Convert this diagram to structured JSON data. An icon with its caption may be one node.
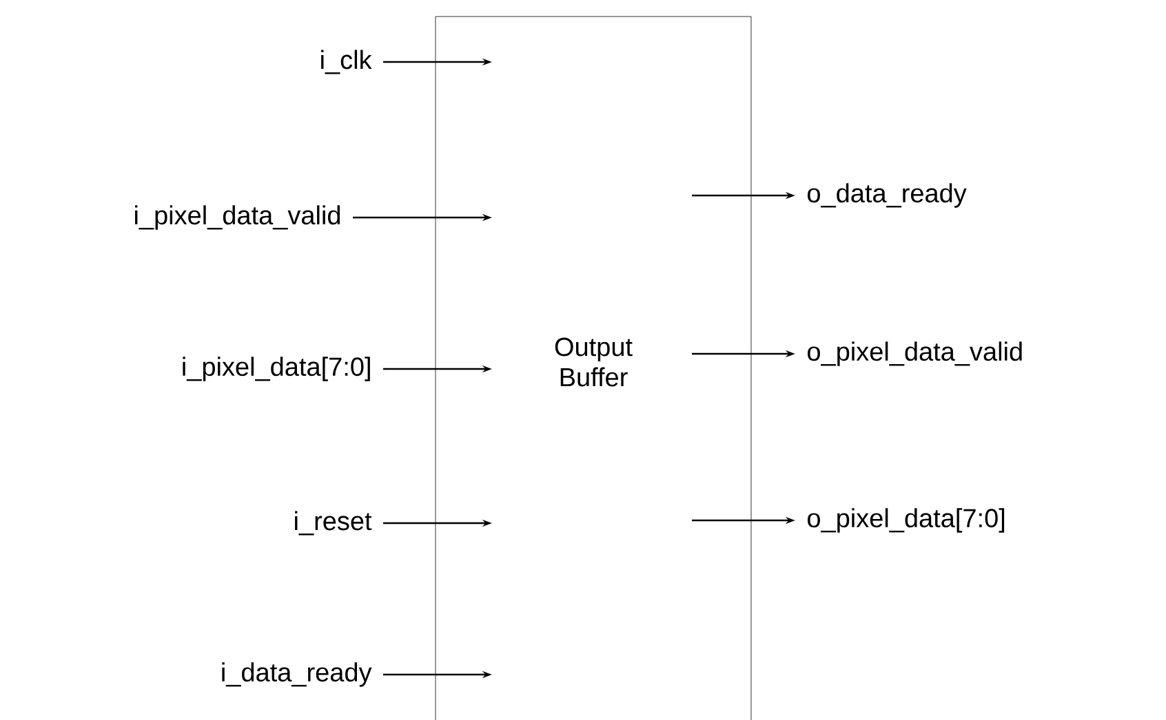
{
  "diagram": {
    "nodes": [
      {
        "text": [
          "Output Buffer"
        ]
      },
      {
        "text": [
          "i_clk"
        ]
      },
      {
        "text": [
          "i_pixel_data_valid"
        ]
      },
      {
        "text": [
          "i_pixel_data[7:0]"
        ]
      },
      {
        "text": [
          "i_reset"
        ]
      },
      {
        "text": [
          "i_data_ready"
        ]
      },
      {
        "text": [
          "o_data_ready"
        ]
      },
      {
        "text": [
          "o_pixel_data_valid"
        ]
      },
      {
        "text": [
          "o_pixel_data[7:0]"
        ]
      }
    ],
    "edges": [
      {
        "from": 1,
        "to": 0,
        "arrow": "to"
      },
      {
        "from": 2,
        "to": 0,
        "arrow": "to"
      },
      {
        "from": 3,
        "to": 0,
        "arrow": "to"
      },
      {
        "from": 4,
        "to": 0,
        "arrow": "to"
      },
      {
        "from": 5,
        "to": 0,
        "arrow": "to"
      },
      {
        "from": 0,
        "to": 6,
        "arrow": "to"
      },
      {
        "from": 0,
        "to": 7,
        "arrow": "to"
      },
      {
        "from": 0,
        "to": 8,
        "arrow": "to"
      }
    ]
  }
}
